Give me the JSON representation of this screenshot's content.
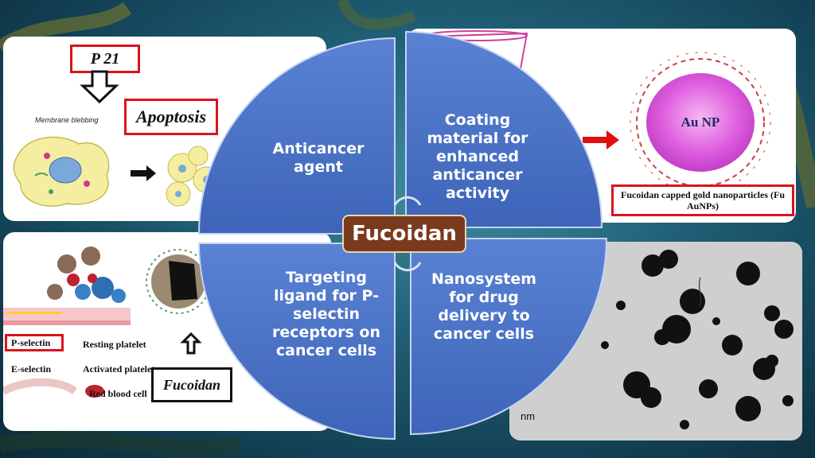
{
  "center_label": "Fucoidan",
  "quadrants": {
    "top_left": "Anticancer agent",
    "top_right": "Coating material for enhanced anticancer activity",
    "bottom_left": "Targeting ligand for P-selectin receptors on cancer cells",
    "bottom_right": "Nanosystem for drug delivery to cancer cells"
  },
  "panel_top_left": {
    "p21_label": "P 21",
    "apoptosis_label": "Apoptosis",
    "membrane_label": "Membrane blebbing"
  },
  "panel_top_right": {
    "au_np_label": "Au NP",
    "caption": "Fucoidan capped gold nanoparticles (Fu AuNPs)"
  },
  "panel_bottom_left": {
    "legend": {
      "p_selectin": "P-selectin",
      "resting_platelet": "Resting platelet",
      "e_selectin": "E-selectin",
      "activated_platelet": "Activated platelet",
      "red_blood_cell": "Red blood cell"
    },
    "fucoidan_label": "Fucoidan"
  },
  "panel_bottom_right": {
    "scale_label": "nm"
  },
  "colors": {
    "circle_blue": "#4a72c8",
    "label_brown": "#7a3a1d",
    "red_box": "#d9141c"
  }
}
